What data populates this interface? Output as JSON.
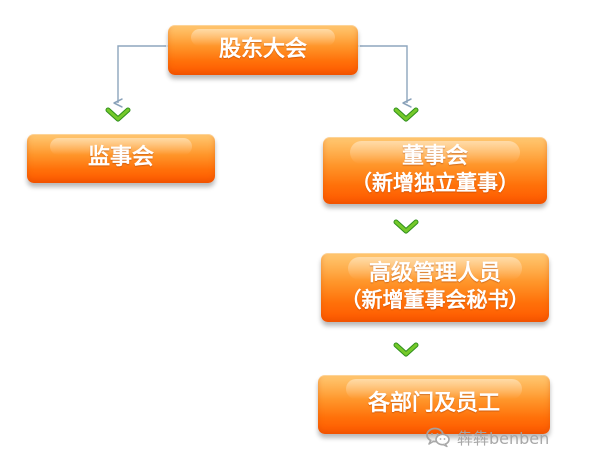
{
  "diagram": {
    "nodes": {
      "shareholders_meeting": {
        "label": "股东大会"
      },
      "supervisory_board": {
        "label": "监事会"
      },
      "board_of_directors": {
        "label": "董事会",
        "sublabel": "（新增独立董事）"
      },
      "senior_management": {
        "label": "高级管理人员",
        "sublabel": "（新增董事会秘书）"
      },
      "departments_staff": {
        "label": "各部门及员工"
      }
    },
    "watermark": {
      "text": "犇犇benben",
      "icon": "wechat-icon"
    },
    "colors": {
      "box_orange": "#ff7f11",
      "box_highlight": "#ffb33c",
      "connector": "#8da5bd",
      "arrow_green": "#64bd1e",
      "arrow_green_dark": "#2f8f1d",
      "watermark_gray": "#a4a4a4"
    }
  }
}
